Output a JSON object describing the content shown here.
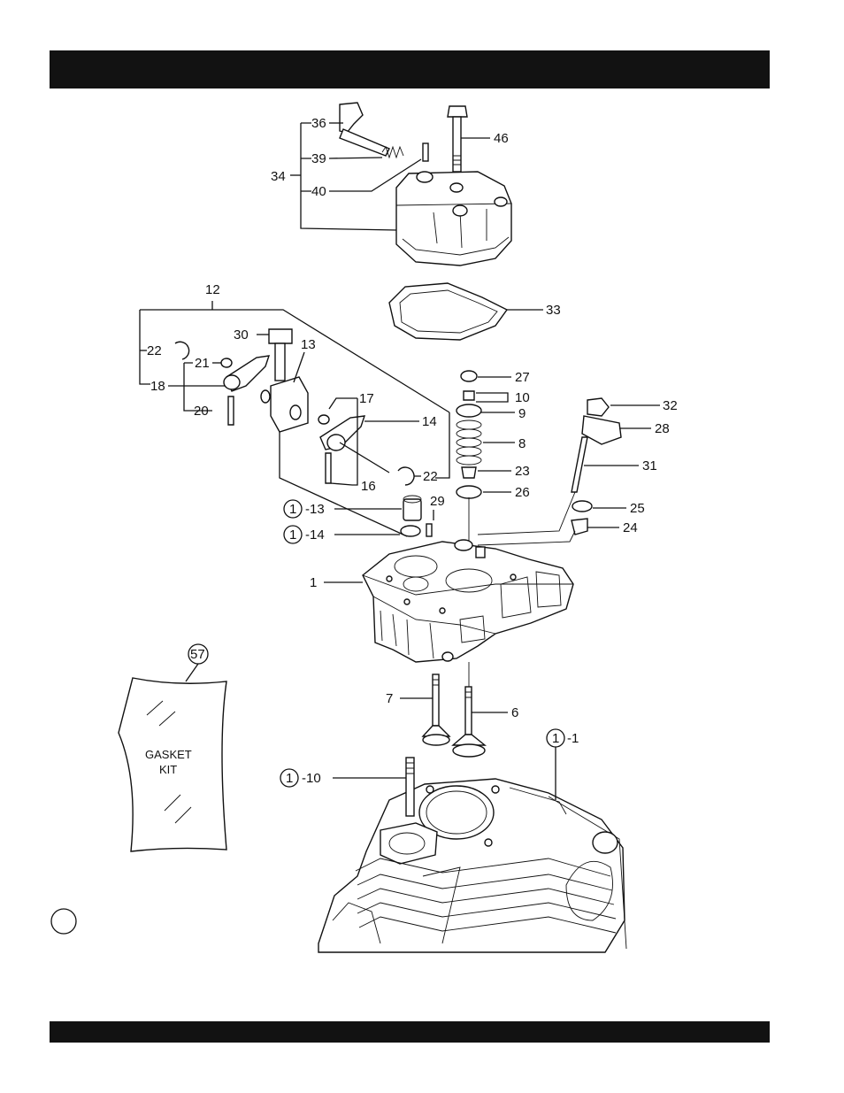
{
  "callouts": {
    "c36": "36",
    "c39": "39",
    "c40": "40",
    "c34": "34",
    "c46": "46",
    "c12": "12",
    "c33": "33",
    "c30": "30",
    "c13": "13",
    "c22a": "22",
    "c21": "21",
    "c18": "18",
    "c20": "20",
    "c17": "17",
    "c14": "14",
    "c22b": "22",
    "c16": "16",
    "c27": "27",
    "c10": "10",
    "c9": "9",
    "c8": "8",
    "c23": "23",
    "c26": "26",
    "c32": "32",
    "c28": "28",
    "c31": "31",
    "c25": "25",
    "c24": "24",
    "c29": "29",
    "c1": "1",
    "c7": "7",
    "c6": "6",
    "c57": "57"
  },
  "ref_callouts": {
    "r13": {
      "circle": "1",
      "suffix": "-13"
    },
    "r14": {
      "circle": "1",
      "suffix": "-14"
    },
    "r10": {
      "circle": "1",
      "suffix": "-10"
    },
    "r1": {
      "circle": "1",
      "suffix": "-1"
    }
  },
  "gasket_kit": {
    "line1": "GASKET",
    "line2": "KIT"
  }
}
